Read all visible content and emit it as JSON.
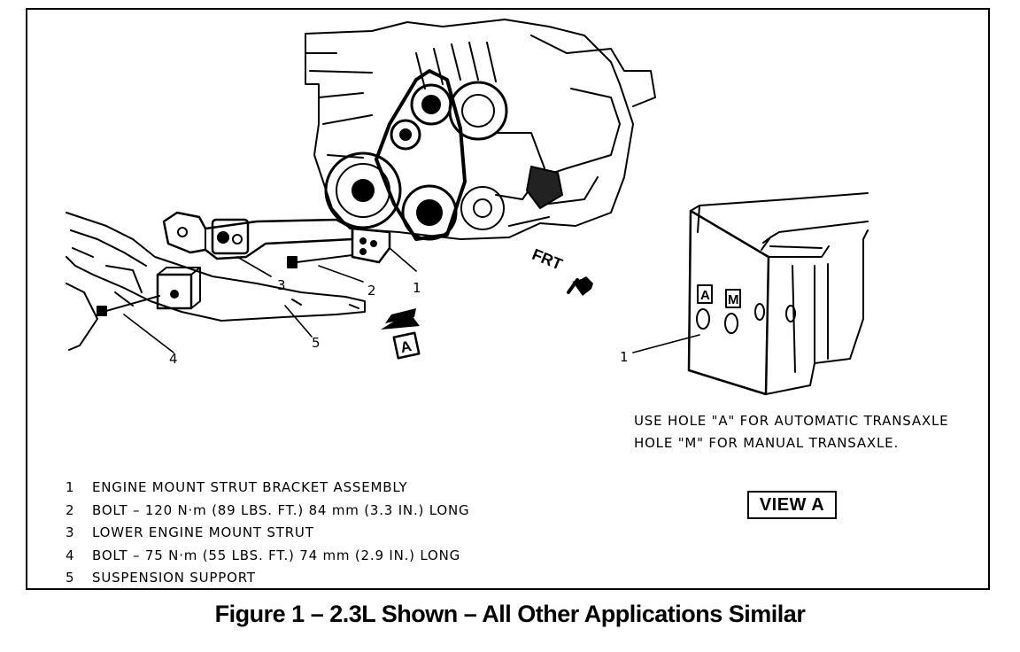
{
  "legend": {
    "items": [
      {
        "num": "1",
        "text": "ENGINE MOUNT STRUT BRACKET ASSEMBLY"
      },
      {
        "num": "2",
        "text": "BOLT – 120 N·m (89 LBS. FT.) 84 mm (3.3 IN.) LONG"
      },
      {
        "num": "3",
        "text": "LOWER ENGINE MOUNT STRUT"
      },
      {
        "num": "4",
        "text": "BOLT – 75 N·m (55 LBS. FT.) 74 mm (2.9 IN.) LONG"
      },
      {
        "num": "5",
        "text": "SUSPENSION SUPPORT"
      }
    ]
  },
  "note": {
    "line1": "USE HOLE \"A\" FOR AUTOMATIC TRANSAXLE",
    "line2": "HOLE \"M\" FOR MANUAL TRANSAXLE."
  },
  "view_label": "VIEW A",
  "caption": "Figure 1 – 2.3L Shown – All Other Applications Similar",
  "callouts": {
    "c1": "1",
    "c2": "2",
    "c3": "3",
    "c4": "4",
    "c5": "5",
    "c1b": "1"
  },
  "frt_label": "FRT",
  "view_arrow_letter": "A",
  "hole_a_letter": "A",
  "hole_m_letter": "M"
}
